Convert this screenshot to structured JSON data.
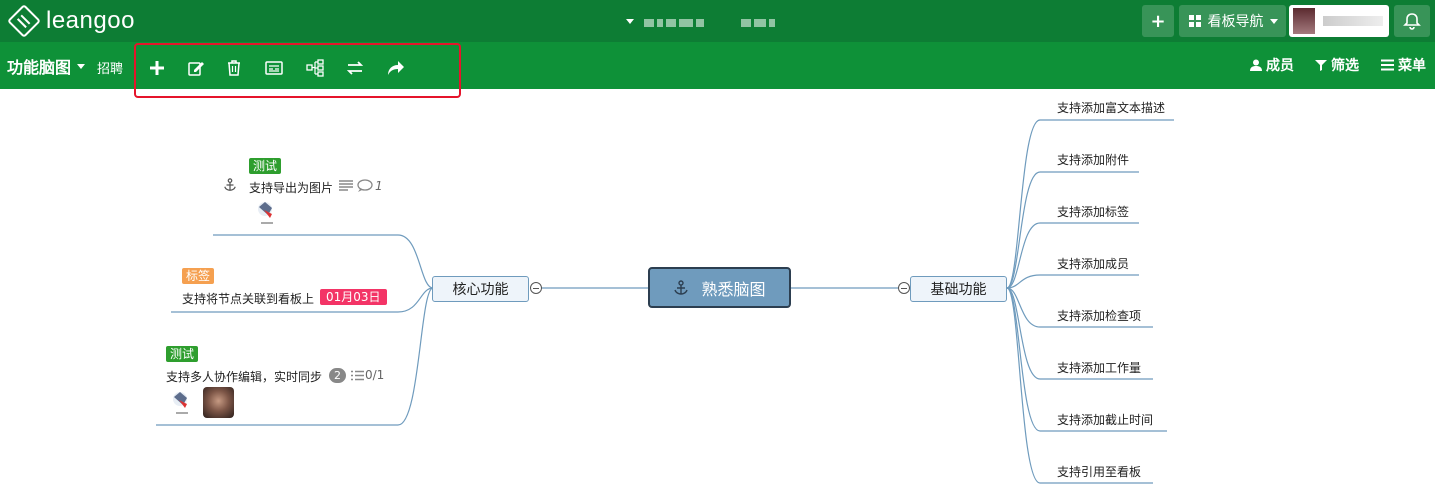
{
  "app": {
    "logo_text": "leangoo"
  },
  "topbar": {
    "add_label": "+",
    "board_nav_label": "看板导航",
    "avatar_alt": "头像"
  },
  "subbar": {
    "board_title": "功能脑图",
    "board_tag": "招聘",
    "toolbar": {
      "add_node": "add-node",
      "edit_node": "edit-node",
      "delete_node": "delete-node",
      "node_detail": "node-detail",
      "structure": "structure",
      "swap": "swap",
      "share": "share"
    },
    "members_label": "成员",
    "filter_label": "筛选",
    "menu_label": "菜单"
  },
  "mindmap": {
    "central": "熟悉脑图",
    "left_branch": "核心功能",
    "right_branch": "基础功能",
    "left_children": [
      {
        "tag": "测试",
        "tag_color": "#2e9e2e",
        "text": "支持导出为图片",
        "comment_count": "1"
      },
      {
        "tag": "标签",
        "tag_color": "#f5a050",
        "text": "支持将节点关联到看板上",
        "date": "01月03日"
      },
      {
        "tag": "测试",
        "tag_color": "#2e9e2e",
        "text": "支持多人协作编辑，实时同步",
        "badge": "2",
        "checklist": "0/1"
      }
    ],
    "right_children": [
      "支持添加富文本描述",
      "支持添加附件",
      "支持添加标签",
      "支持添加成员",
      "支持添加检查项",
      "支持添加工作量",
      "支持添加截止时间",
      "支持引用至看板"
    ]
  },
  "colors": {
    "topbar": "#0d7d34",
    "subbar": "#0e9138",
    "central": "#6f9bbd",
    "highlight": "#e5142b"
  }
}
